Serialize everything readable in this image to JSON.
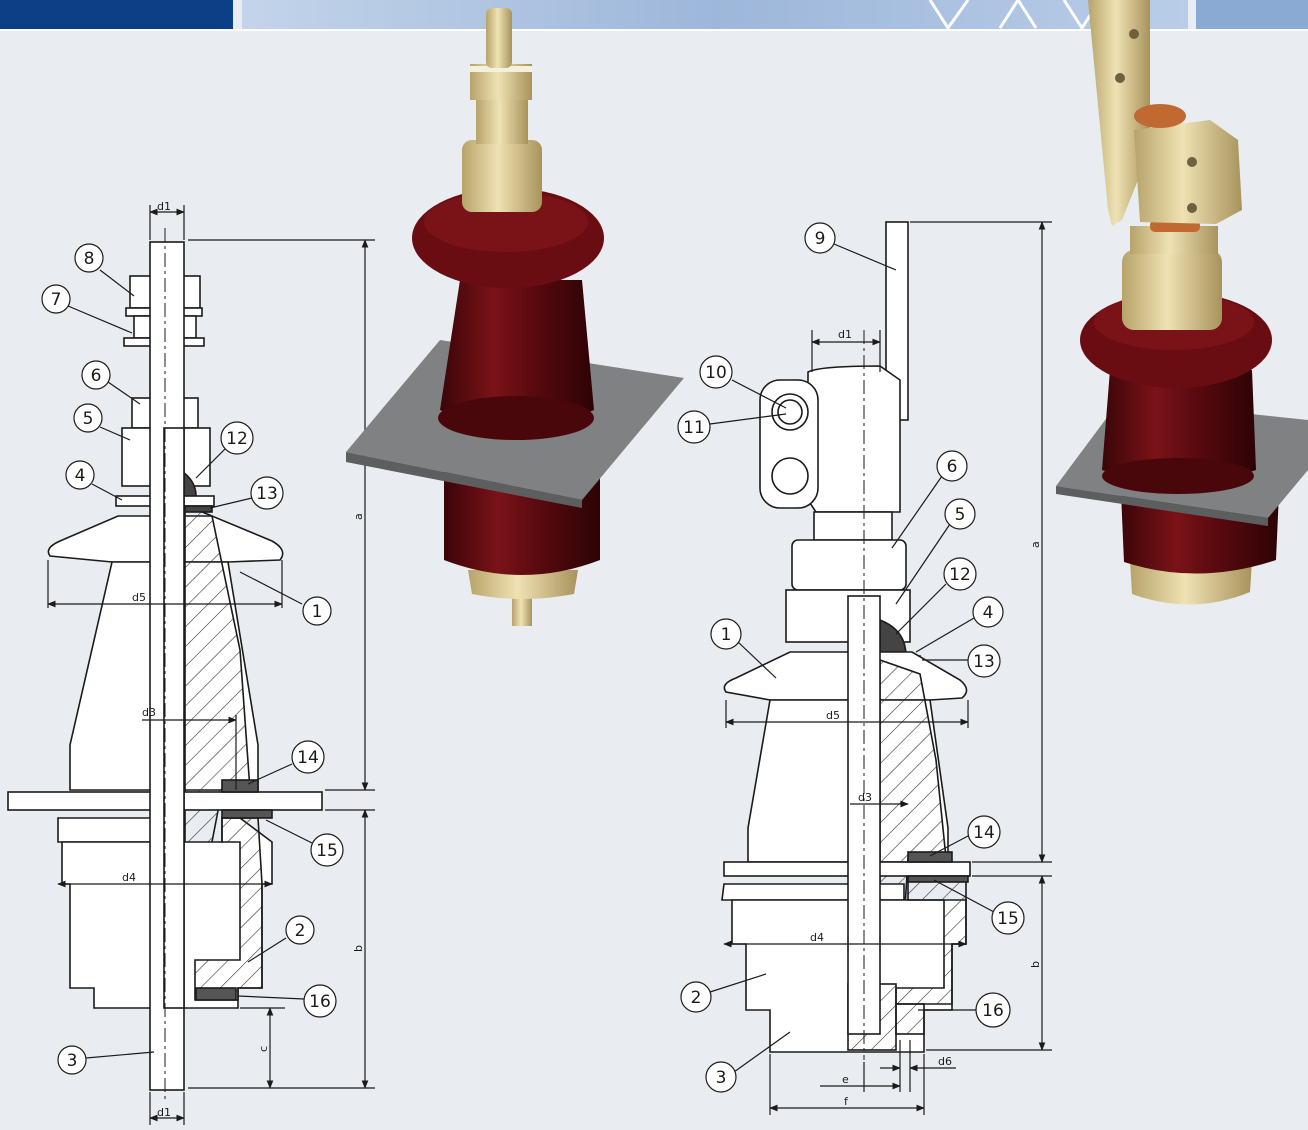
{
  "left_drawing": {
    "callouts": [
      "8",
      "7",
      "6",
      "5",
      "4",
      "12",
      "13",
      "1",
      "14",
      "15",
      "2",
      "16",
      "3"
    ],
    "dims": {
      "d1_top": "d1",
      "d1_bottom": "d1",
      "d5": "d5",
      "d3": "d3",
      "d4": "d4",
      "a": "a",
      "b": "b",
      "c": "c"
    }
  },
  "right_drawing": {
    "callouts": [
      "9",
      "10",
      "11",
      "6",
      "5",
      "12",
      "4",
      "13",
      "1",
      "14",
      "15",
      "2",
      "16",
      "3"
    ],
    "dims": {
      "d1": "d1",
      "d5": "d5",
      "d3": "d3",
      "d4": "d4",
      "a": "a",
      "b": "b",
      "e": "e",
      "f": "f",
      "d6": "d6"
    }
  },
  "colors": {
    "background": "#e9edf2",
    "header_navy": "#0b3f86",
    "header_light": "#9fb9dc",
    "porcelain": "#5e0b10",
    "brass": "#d8c690",
    "plate": "#7f8183",
    "line": "#1b1b1b"
  }
}
